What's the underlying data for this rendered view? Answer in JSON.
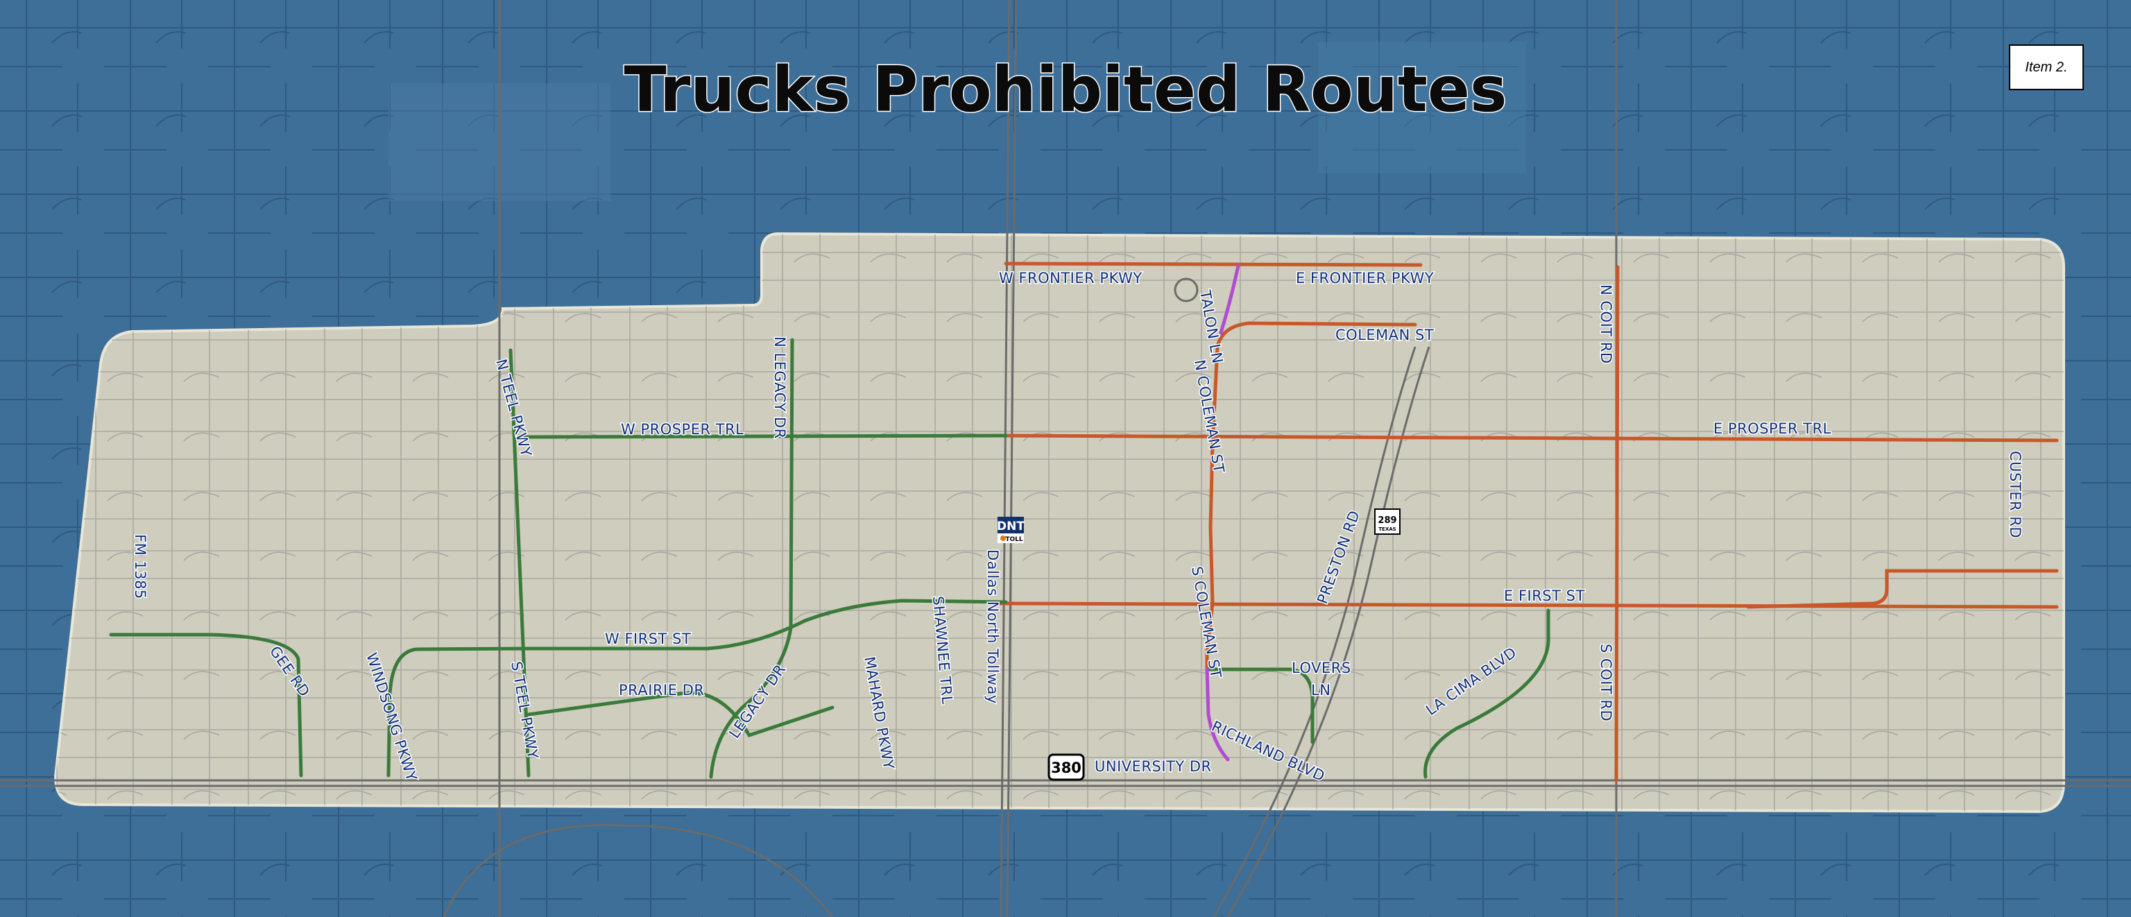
{
  "map": {
    "title": "Trucks Prohibited Routes",
    "item_badge": "Item 2.",
    "colors": {
      "outside_area": "#3d6f99",
      "inside_area": "#cfcdbe",
      "prohibited_orange": "#c8582a",
      "prohibited_green": "#3a7a3a",
      "prohibited_magenta": "#b04cd0",
      "label_blue": "#0f2f7a"
    },
    "streets": {
      "w_frontier": "W FRONTIER PKWY",
      "e_frontier": "E FRONTIER PKWY",
      "talon": "TALON LN",
      "coleman_st": "COLEMAN ST",
      "n_coit": "N COIT RD",
      "n_teel": "N TEEL PKWY",
      "n_legacy": "N LEGACY DR",
      "w_prosper": "W PROSPER TRL",
      "e_prosper": "E PROSPER TRL",
      "n_coleman": "N COLEMAN ST",
      "custer": "CUSTER RD",
      "fm1385": "FM 1385",
      "preston": "PRESTON RD",
      "dallas_tollway": "Dallas North Tollway",
      "shawnee": "SHAWNEE TRL",
      "s_coleman": "S COLEMAN ST",
      "e_first": "E FIRST ST",
      "w_first": "W FIRST ST",
      "gee": "GEE RD",
      "windsong": "WINDSONG PKWY",
      "s_teel": "S TEEL PKWY",
      "prairie": "PRAIRIE DR",
      "legacy": "LEGACY DR",
      "mahard": "MAHARD PKWY",
      "lovers_1": "LOVERS",
      "lovers_2": "LN",
      "la_cima": "LA CIMA BLVD",
      "s_coit": "S COIT RD",
      "richland": "RICHLAND BLVD",
      "university": "UNIVERSITY DR"
    },
    "shields": {
      "us380": "380",
      "tx289": "289",
      "tx_state": "TEXAS",
      "dnt": "DNT",
      "toll": "TOLL"
    }
  }
}
